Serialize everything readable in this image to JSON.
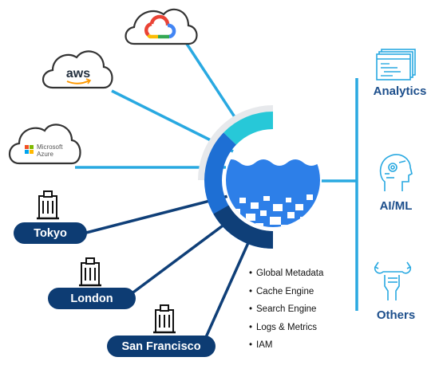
{
  "clouds": {
    "aws": {
      "label": "aws"
    },
    "azure": {
      "label_line1": "Microsoft",
      "label_line2": "Azure"
    }
  },
  "cities": [
    {
      "name": "Tokyo"
    },
    {
      "name": "London"
    },
    {
      "name": "San Francisco"
    }
  ],
  "features": [
    "Global Metadata",
    "Cache Engine",
    "Search Engine",
    "Logs & Metrics",
    "IAM"
  ],
  "outputs": [
    {
      "label": "Analytics",
      "icon": "code-window-icon"
    },
    {
      "label": "AI/ML",
      "icon": "robot-head-icon"
    },
    {
      "label": "Others",
      "icon": "wrench-hand-icon"
    }
  ],
  "colors": {
    "line_light": "#29a9e1",
    "line_dark": "#0f3f78",
    "water": "#2d7fe8",
    "teal_arc": "#27c8d8",
    "city_pill": "#0d3c73",
    "label_blue": "#1d4f8c"
  }
}
